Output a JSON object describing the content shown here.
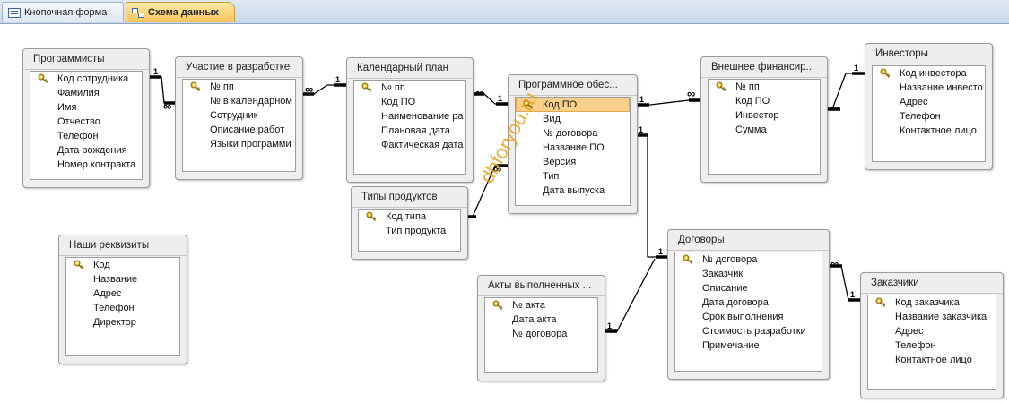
{
  "tabs": [
    {
      "label": "Кнопочная форма",
      "active": false
    },
    {
      "label": "Схема данных",
      "active": true
    }
  ],
  "watermark": "dbforyou.ru",
  "tables": {
    "programmers": {
      "title": "Программисты",
      "fields": [
        "Код сотрудника",
        "Фамилия",
        "Имя",
        "Отчество",
        "Телефон",
        "Дата рождения",
        "Номер контракта"
      ]
    },
    "participation": {
      "title": "Участие в разработке",
      "fields": [
        "№ пп",
        "№ в календарном",
        "Сотрудник",
        "Описание работ",
        "Языки программи"
      ]
    },
    "calendar": {
      "title": "Календарный план",
      "fields": [
        "№ пп",
        "Код ПО",
        "Наименование ра",
        "Плановая дата",
        "Фактическая дата"
      ]
    },
    "software": {
      "title": "Программное обес...",
      "fields": [
        "Код ПО",
        "Вид",
        "№ договора",
        "Название ПО",
        "Версия",
        "Тип",
        "Дата выпуска"
      ]
    },
    "external": {
      "title": "Внешнее финансир...",
      "fields": [
        "№ пп",
        "Код ПО",
        "Инвестор",
        "Сумма"
      ]
    },
    "investors": {
      "title": "Инвесторы",
      "fields": [
        "Код инвестора",
        "Название инвесто",
        "Адрес",
        "Телефон",
        "Контактное лицо"
      ]
    },
    "product_types": {
      "title": "Типы продуктов",
      "fields": [
        "Код типа",
        "Тип продукта"
      ]
    },
    "requisites": {
      "title": "Наши реквизиты",
      "fields": [
        "Код",
        "Название",
        "Адрес",
        "Телефон",
        "Директор"
      ]
    },
    "acts": {
      "title": "Акты выполненных ...",
      "fields": [
        "№ акта",
        "Дата акта",
        "№ договора"
      ]
    },
    "contracts": {
      "title": "Договоры",
      "fields": [
        "№ договора",
        "Заказчик",
        "Описание",
        "Дата договора",
        "Срок выполнения",
        "Стоимость разработки",
        "Примечание"
      ]
    },
    "customers": {
      "title": "Заказчики",
      "fields": [
        "Код заказчика",
        "Название заказчика",
        "Адрес",
        "Телефон",
        "Контактное лицо"
      ]
    }
  },
  "relationship_labels": {
    "one": "1",
    "many": "∞"
  }
}
